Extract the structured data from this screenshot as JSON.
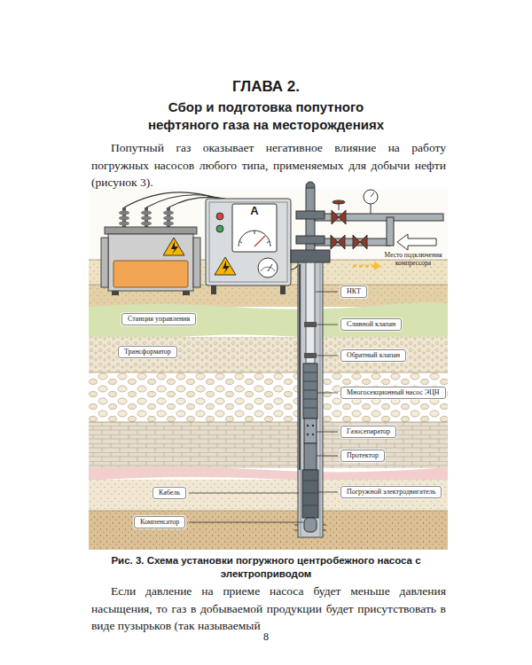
{
  "diagram": {
    "title": "Сбор и подготовка попутного нефтяного газа на месторождениях",
    "caption": "Рис. 3. Схема установки погружного центробежного насоса с электроприводом",
    "nodes": [
      {
        "text": [
          "НКТ"
        ]
      },
      {
        "text": [
          "Станция управления"
        ]
      },
      {
        "text": [
          "Сливной клапан"
        ]
      },
      {
        "text": [
          "Трансформатор"
        ]
      },
      {
        "text": [
          "Обратный клапан"
        ]
      },
      {
        "text": [
          "Многосекционный насос ЭЦН"
        ]
      },
      {
        "text": [
          "Газосепаратор"
        ]
      },
      {
        "text": [
          "Протектор"
        ]
      },
      {
        "text": [
          "Кабель"
        ]
      },
      {
        "text": [
          "Погружной электродвигатель"
        ]
      },
      {
        "text": [
          "Компенсатор"
        ]
      }
    ],
    "labels": [
      "ГЛАВА 2.",
      "Попутный газ оказывает негативное влияние на работу погружных насосов любого типа, применяемых для добычи нефти (рисунок 3).",
      "A",
      "Место подключения компрессора",
      "Если давление на приеме насоса будет меньше давления насыщения, то газ в добываемой продукции будет присутствовать в виде пузырьков (так называемый",
      "8"
    ]
  }
}
